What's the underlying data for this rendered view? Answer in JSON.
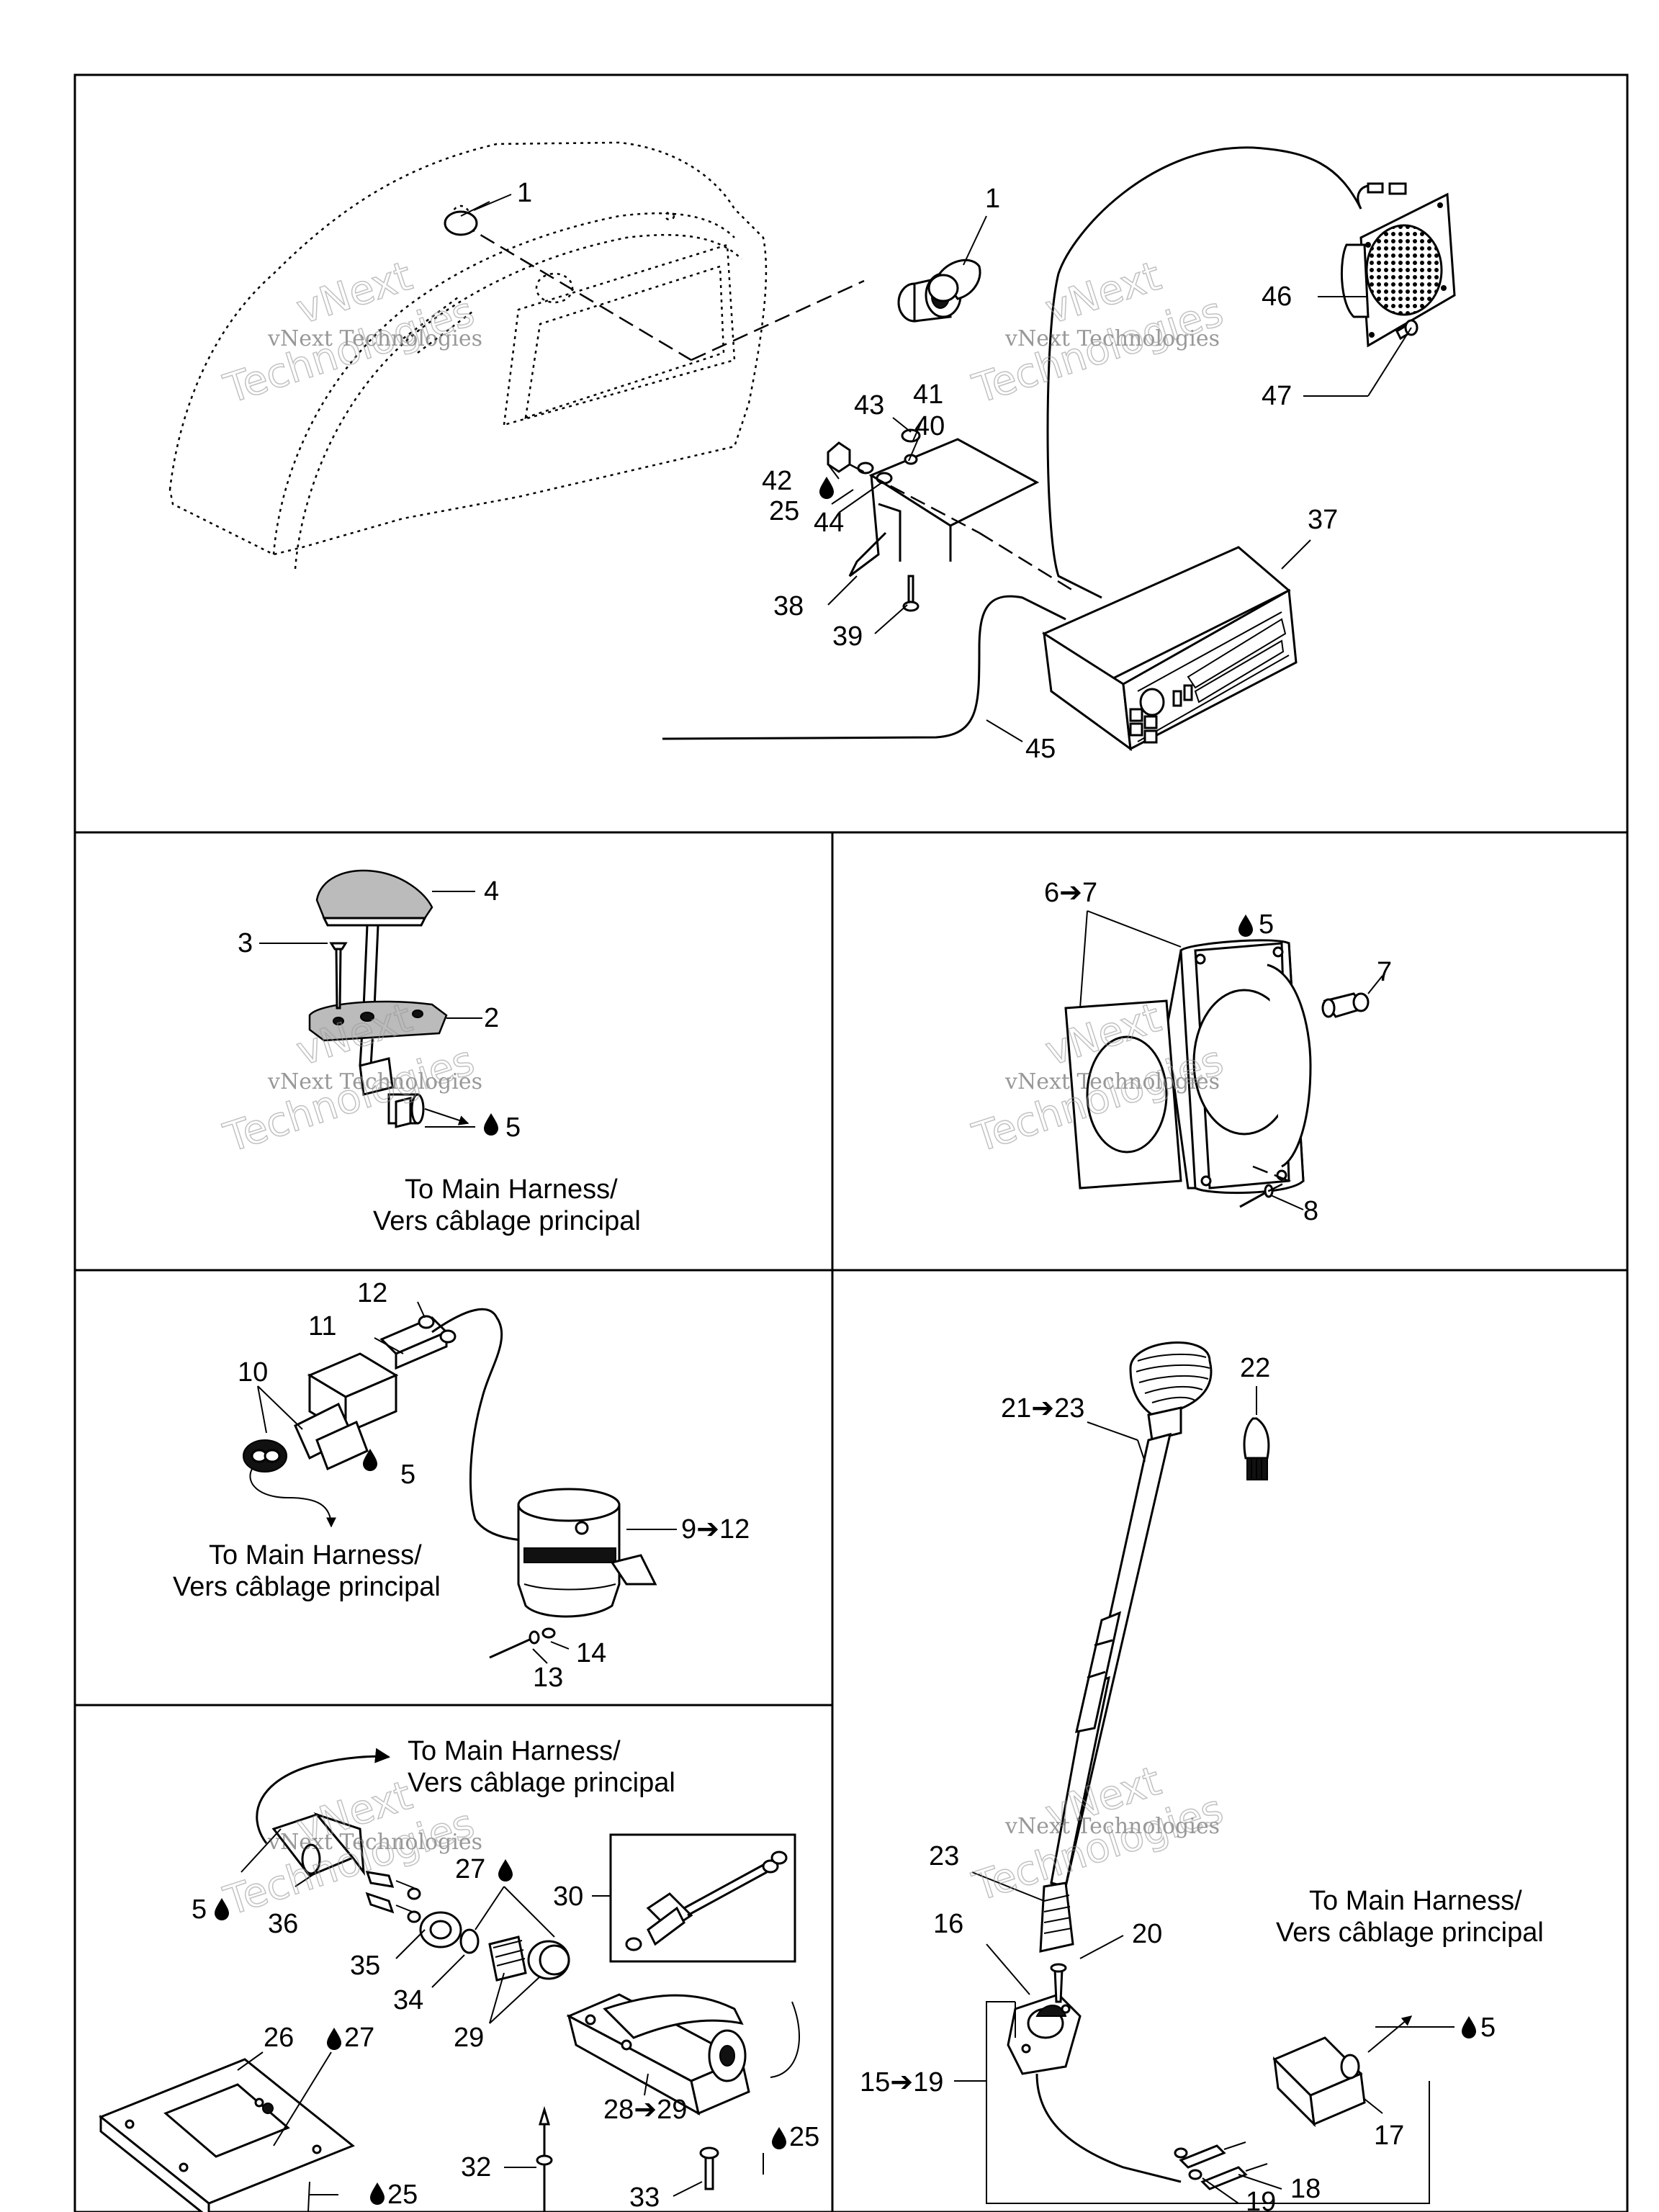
{
  "watermark": {
    "line1": "vNext Technologies",
    "line2": "vNext",
    "line3": "Technologies"
  },
  "panel_top": {
    "labels": [
      "1",
      "1",
      "46",
      "47",
      "43",
      "41",
      "40",
      "42",
      "25",
      "44",
      "37",
      "38",
      "39",
      "45"
    ]
  },
  "panel_mid_left": {
    "labels": [
      "4",
      "3",
      "2",
      "5"
    ],
    "note_line1": "To Main Harness/",
    "note_line2": "Vers câblage principal"
  },
  "panel_mid_right": {
    "labels": [
      "6➔7",
      "5",
      "7",
      "8"
    ]
  },
  "panel_lower_left": {
    "labels": [
      "12",
      "11",
      "10",
      "5",
      "9➔12",
      "14",
      "13"
    ],
    "note_line1": "To Main Harness/",
    "note_line2": "Vers câblage principal"
  },
  "panel_bottom_left": {
    "labels": [
      "5",
      "36",
      "27",
      "30",
      "35",
      "34",
      "29",
      "26",
      "27",
      "28➔29",
      "25",
      "32",
      "33",
      "25"
    ],
    "note_line1": "To Main Harness/",
    "note_line2": "Vers câblage principal"
  },
  "panel_right": {
    "labels": [
      "22",
      "21➔23",
      "23",
      "16",
      "20",
      "15➔19",
      "17",
      "18",
      "19",
      "5"
    ],
    "note_line1": "To Main Harness/",
    "note_line2": "Vers câblage principal"
  },
  "icons": {
    "drop": "sealant-drop-icon",
    "arrow": "arrow-icon"
  }
}
